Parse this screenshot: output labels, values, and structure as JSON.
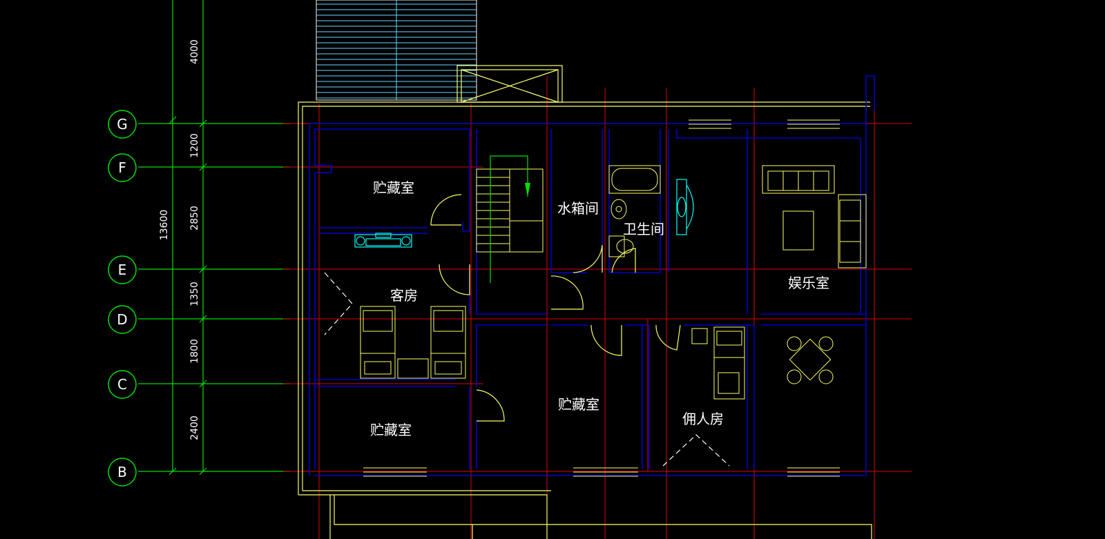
{
  "drawing": {
    "background": "#000000",
    "colors": {
      "axis_grid": "#e00000",
      "wall_outer": "#0000cc",
      "wall_finish": "#ffff66",
      "dimension": "#00e000",
      "furniture": "#ffff66",
      "fixture": "#00ffff",
      "text": "#ffffff"
    }
  },
  "axes": [
    {
      "id": "G",
      "label": "G"
    },
    {
      "id": "F",
      "label": "F"
    },
    {
      "id": "E",
      "label": "E"
    },
    {
      "id": "D",
      "label": "D"
    },
    {
      "id": "C",
      "label": "C"
    },
    {
      "id": "B",
      "label": "B"
    }
  ],
  "dimensions": {
    "total": "13600",
    "top_extension": "4000",
    "segments": [
      "1200",
      "2850",
      "1350",
      "1800",
      "2400"
    ]
  },
  "rooms": {
    "storage_top_left": "贮藏室",
    "water_tank_room": "水箱间",
    "bathroom": "卫生间",
    "entertainment_room": "娱乐室",
    "guest_room": "客房",
    "storage_middle": "贮藏室",
    "servant_room": "佣人房",
    "storage_bottom_left": "贮藏室"
  },
  "icons": [
    "stair-icon",
    "bathtub-icon",
    "toilet-icon",
    "washbasin-icon",
    "sofa-icon",
    "bed-icon",
    "dining-set-icon",
    "desk-icon"
  ]
}
